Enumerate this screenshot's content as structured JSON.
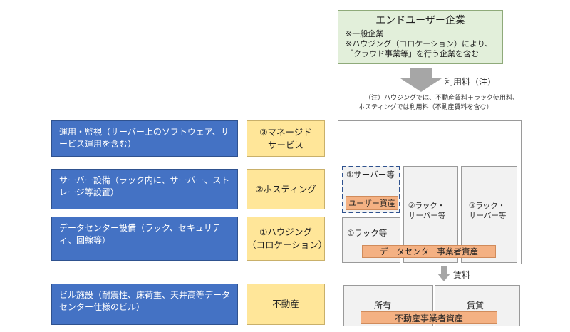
{
  "top": {
    "title": "エンドユーザー企業",
    "line1": "※一般企業",
    "line2": "※ハウジング（コロケーション）により、",
    "line3": "「クラウド事業等」を行う企業を含む"
  },
  "fee": {
    "label": "利用料（注）",
    "note1": "（注）ハウジングでは、不動産賃料＋ラック使用料、",
    "note2": "ホスティングでは利用料（不動産賃料を含む）"
  },
  "rows": [
    {
      "desc": "運用・監視（サーバー上のソフトウェア、サービス運用を含む）",
      "service": "③マネージド\nサービス"
    },
    {
      "desc": "サーバー設備（ラック内に、サーバー、ストレージ等設置）",
      "service": "②ホスティング"
    },
    {
      "desc": "データセンター設備（ラック、セキュリティ、回線等）",
      "service": "①ハウジング\n（コロケーション）"
    },
    {
      "desc": "ビル施設（耐震性、床荷重、天井高等データセンター仕様のビル）",
      "service": "不動産"
    }
  ],
  "dc": {
    "server_label": "①サーバー等",
    "user_asset": "ユーザー資産",
    "rack1": "①ラック等",
    "rack2": "②ラック・\nサーバー等",
    "rack3": "③ラック・\nサーバー等",
    "dc_asset": "データセンター事業者資産"
  },
  "rent_label": "賃料",
  "building": {
    "own": "所有",
    "lease": "賃貸",
    "asset": "不動産事業者資産"
  }
}
